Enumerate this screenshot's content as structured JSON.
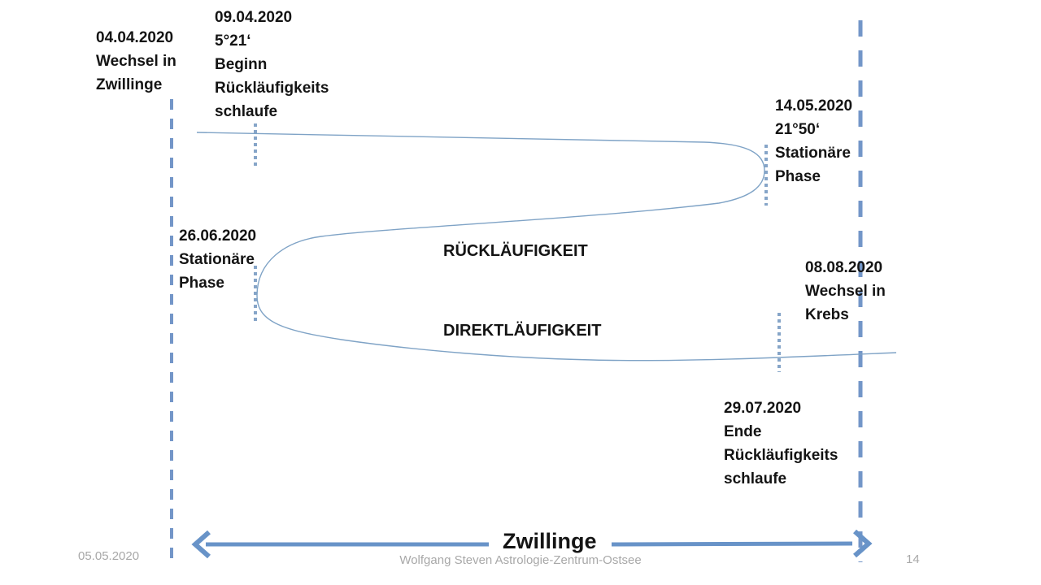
{
  "slide_type": "presentation-diagram",
  "topic": "Mercury retrograde loop in Gemini 2020",
  "phase_labels": {
    "retrograde": "RÜCKLÄUFIGKEIT",
    "direct": "DIREKTLÄUFIGKEIT"
  },
  "axis_label": "Zwillinge",
  "annotations": [
    {
      "id": "enter-gemini",
      "lines": [
        "04.04.2020",
        "Wechsel in",
        "Zwillinge"
      ]
    },
    {
      "id": "loop-begin",
      "lines": [
        "09.04.2020",
        "5°21‘",
        "Beginn",
        "Rückläufigkeits",
        "schlaufe"
      ]
    },
    {
      "id": "station-may",
      "lines": [
        "14.05.2020",
        "21°50‘",
        "Stationäre",
        "Phase"
      ]
    },
    {
      "id": "station-june",
      "lines": [
        "26.06.2020",
        "Stationäre",
        "Phase"
      ]
    },
    {
      "id": "enter-cancer",
      "lines": [
        "08.08.2020",
        "Wechsel in",
        "Krebs"
      ]
    },
    {
      "id": "loop-end",
      "lines": [
        "29.07.2020",
        "Ende",
        "Rückläufigkeits",
        "schlaufe"
      ]
    }
  ],
  "footer": {
    "date": "05.05.2020",
    "credit": "Wolfgang Steven Astrologie-Zentrum-Ostsee",
    "page_number": "14"
  },
  "colors": {
    "arrow_blue": "#6893c8",
    "dash_blue": "#7396c8",
    "dotted_blue": "#86a5c8",
    "curve_blue": "#7fa3c6",
    "text": "#141414",
    "muted": "#a8a8a8"
  }
}
